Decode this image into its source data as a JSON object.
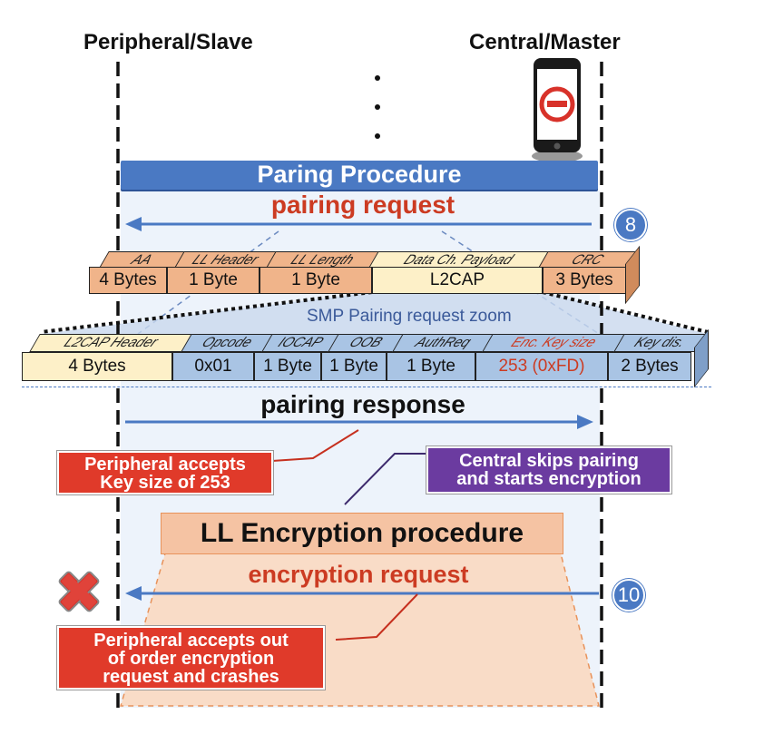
{
  "lanes": {
    "peripheral": "Peripheral/Slave",
    "central": "Central/Master"
  },
  "procedure": {
    "pairing_title": "Paring Procedure"
  },
  "messages": {
    "pairing_request": "pairing request",
    "pairing_response": "pairing response",
    "encryption_request": "encryption request"
  },
  "steps": {
    "step_8": "8",
    "step_10": "10"
  },
  "ll_packet": {
    "headers": [
      "AA",
      "LL Header",
      "LL Length",
      "Data Ch. Payload",
      "CRC"
    ],
    "values": [
      "4 Bytes",
      "1 Byte",
      "1 Byte",
      "L2CAP",
      "3 Bytes"
    ]
  },
  "zoom_label": "SMP Pairing request zoom",
  "smp_packet": {
    "headers": [
      "L2CAP Header",
      "Opcode",
      "IOCAP",
      "OOB",
      "AuthReq",
      "Enc. Key size",
      "Key dis."
    ],
    "values": [
      "4 Bytes",
      "0x01",
      "1 Byte",
      "1 Byte",
      "1 Byte",
      "253 (0xFD)",
      "2 Bytes"
    ]
  },
  "notes": {
    "peripheral_accepts_key": "Peripheral accepts\nKey size of 253",
    "central_skips": "Central skips pairing\nand starts encryption",
    "ll_encryption": "LL Encryption procedure",
    "peripheral_crashes": "Peripheral accepts out\nof order encryption\nrequest and crashes"
  },
  "colors": {
    "blue": "#4a79c3",
    "red_text": "#cc3b22",
    "red_note": "#e03a2a",
    "purple_note": "#6b3ba0",
    "orange_cell": "#f0b48a",
    "cream_cell": "#fdf0c8",
    "light_blue_cell": "#a9c4e4",
    "peach": "#f5c3a3"
  },
  "icons": {
    "phone": "smartphone-icon",
    "crash": "red-x-icon"
  }
}
